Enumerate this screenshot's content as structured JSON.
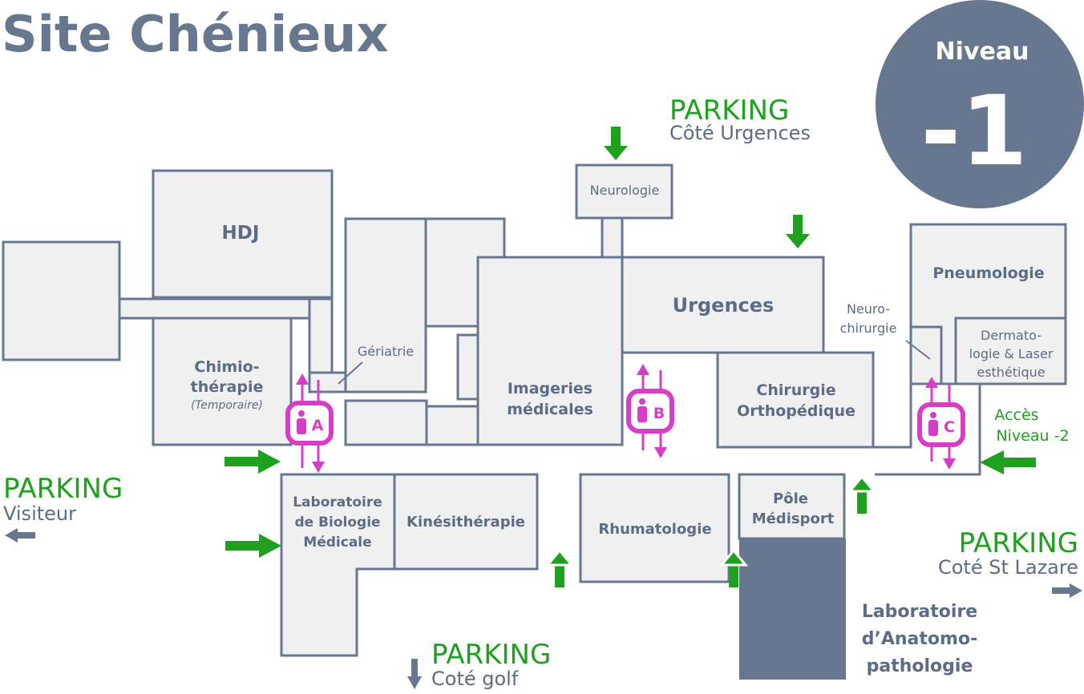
{
  "title": "Site Chénieux",
  "level": {
    "label": "Niveau",
    "value": "-1"
  },
  "colors": {
    "wall": "#66778f",
    "room": "#f0f0f1",
    "parking": "#1fa01f",
    "elevator": "#d63ec5",
    "text": "#5c6c86"
  },
  "rooms": {
    "hdj": "HDJ",
    "chimio_1": "Chimio-",
    "chimio_2": "thérapie",
    "chimio_note": "(Temporaire)",
    "geriatrie": "Gériatrie",
    "neurologie": "Neurologie",
    "urgences": "Urgences",
    "imageries_1": "Imageries",
    "imageries_2": "médicales",
    "chirurgie_1": "Chirurgie",
    "chirurgie_2": "Orthopédique",
    "pneumologie": "Pneumologie",
    "neurochir_1": "Neuro-",
    "neurochir_2": "chirurgie",
    "dermato_1": "Dermato-",
    "dermato_2": "logie & Laser",
    "dermato_3": "esthétique",
    "labo_bio_1": "Laboratoire",
    "labo_bio_2": "de Biologie",
    "labo_bio_3": "Médicale",
    "kine": "Kinésithérapie",
    "rhumato": "Rhumatologie",
    "pole_1": "Pôle",
    "pole_2": "Médisport",
    "anapath_1": "Laboratoire",
    "anapath_2": "d’Anatomo-",
    "anapath_3": "pathologie"
  },
  "parkings": {
    "urgences": {
      "title": "PARKING",
      "sub": "Côté Urgences"
    },
    "visiteur": {
      "title": "PARKING",
      "sub": "Visiteur"
    },
    "st_lazare": {
      "title": "PARKING",
      "sub": "Coté St Lazare"
    },
    "golf": {
      "title": "PARKING",
      "sub": "Coté golf"
    }
  },
  "access": {
    "line1": "Accès",
    "line2": "Niveau -2"
  },
  "elevators": [
    "A",
    "B",
    "C"
  ]
}
